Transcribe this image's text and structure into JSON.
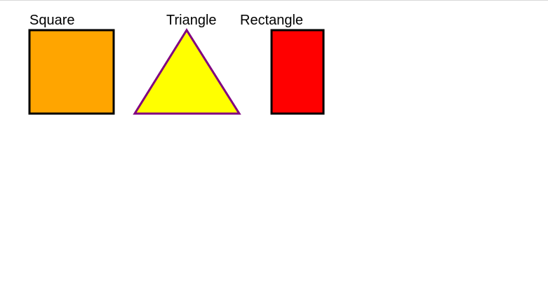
{
  "shapes": [
    {
      "label": "Square",
      "fill": "#FFA500",
      "stroke": "#000000"
    },
    {
      "label": "Triangle",
      "fill": "#FFFF00",
      "stroke": "#800080"
    },
    {
      "label": "Rectangle",
      "fill": "#FF0000",
      "stroke": "#000000"
    }
  ]
}
